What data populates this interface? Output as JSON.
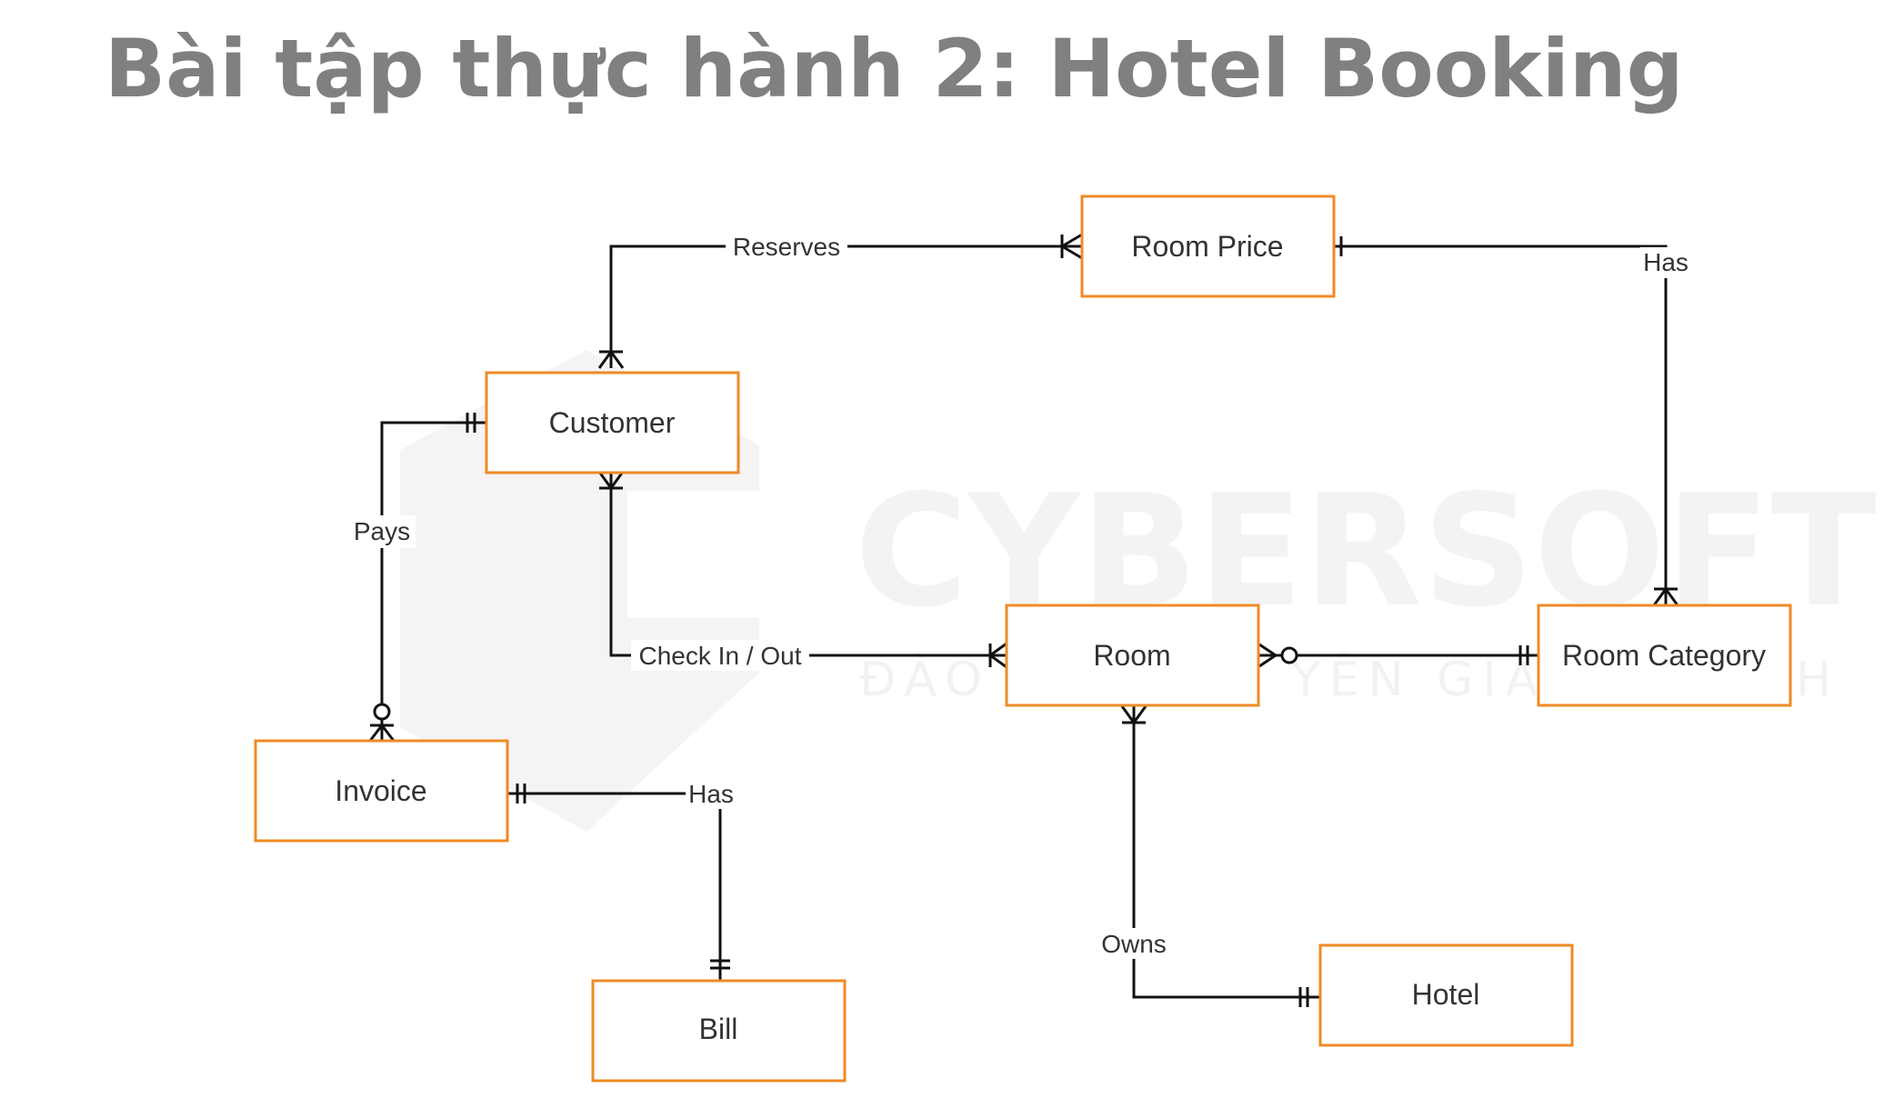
{
  "title": "Bài tập thực hành 2: Hotel Booking",
  "watermark": {
    "brand": "CYBERSOFT",
    "subtitle_left": "ĐÀO",
    "subtitle_mid": "YÊN GIA",
    "subtitle_right": "H"
  },
  "entities": {
    "room_price": "Room Price",
    "customer": "Customer",
    "room": "Room",
    "room_category": "Room Category",
    "invoice": "Invoice",
    "bill": "Bill",
    "hotel": "Hotel"
  },
  "relationships": {
    "reserves": "Reserves",
    "has_price": "Has",
    "pays": "Pays",
    "check_in_out": "Check In / Out",
    "has_bill": "Has",
    "owns": "Owns"
  },
  "colors": {
    "entity_border": "#f08a24",
    "line": "#111111",
    "title": "#808080"
  }
}
